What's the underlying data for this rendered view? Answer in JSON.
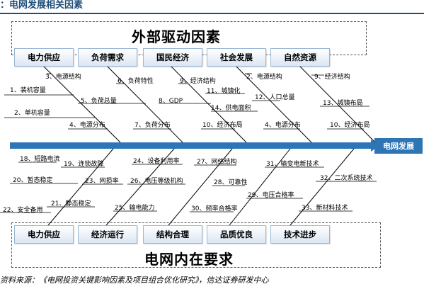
{
  "header": {
    "title": "：电网发展相关因素"
  },
  "external": {
    "title": "外部驱动因素"
  },
  "internal": {
    "title": "电网内在要求"
  },
  "target": {
    "label": "电网发展"
  },
  "source": {
    "text": "资料来源：《电网投资关键影响因素及项目组合优化研究》，信达证券研发中心"
  },
  "top_categories": [
    "电力供应",
    "负荷需求",
    "国民经济",
    "社会发展",
    "自然资源"
  ],
  "bottom_categories": [
    "电力供应",
    "经济运行",
    "结构合理",
    "品质优良",
    "技术进步"
  ],
  "top_labels": [
    "3、电源结构",
    "1、装机容量",
    "2、单机容量",
    "4、电源分布",
    "6、负荷特性",
    "5、负荷总量",
    "7、负荷分布",
    "9、经济结构",
    "8、GDP",
    "10、经济布局",
    "11、城镇化",
    "12、人口总量",
    "14、供电面积",
    "2、电源结构",
    "4、电源分布",
    "9、经济结构",
    "13、城镇布局",
    "10、经济布局"
  ],
  "bottom_labels": [
    "18、短路电流",
    "19、连锁故障",
    "20、暂态稳定",
    "21、静态稳定",
    "22、安全备用",
    "24、设备利用率",
    "23、网损率",
    "26、电压等级机构",
    "25、输电能力",
    "27、网络结构",
    "28、可靠性",
    "29、电压合格率",
    "30、频率合格率",
    "31、输变电新技术",
    "32、二次系统技术",
    "33、新材料技术"
  ],
  "colors": {
    "accent": "#1f4e79",
    "spine": "#2e75b6",
    "box_border": "#9ab7d6"
  }
}
